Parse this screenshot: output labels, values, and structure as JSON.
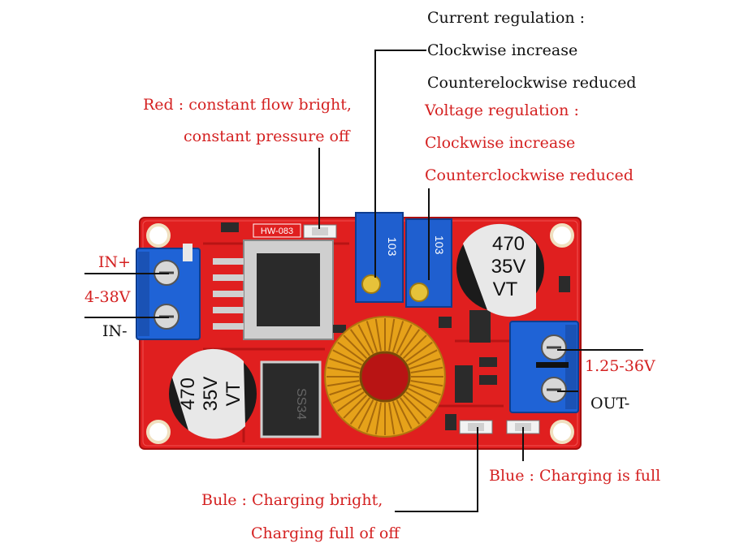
{
  "colors": {
    "board": "#e01f1f",
    "board_dark": "#a80f0f",
    "terminal": "#1f63d6",
    "annotation_red": "#d42121",
    "annotation_black": "#111111",
    "coil_copper": "#e6a21a",
    "cap_body": "#1b1b1b",
    "cap_top": "#e8e8e8"
  },
  "annotations": {
    "current_title": "Current regulation :",
    "current_cw": "Clockwise increase",
    "current_ccw": "Counterelockwise reduced",
    "voltage_title": "Voltage regulation :",
    "voltage_cw": "Clockwise increase",
    "voltage_ccw": "Counterclockwise reduced",
    "red_led_line1": "Red : constant flow bright,",
    "red_led_line2": "constant pressure off",
    "in_plus": "IN+",
    "in_range": "4-38V",
    "in_minus": "IN-",
    "out_range": "1.25-36V",
    "out_minus": "OUT-",
    "blue_full": "Blue : Charging is full",
    "bule_line1": "Bule : Charging bright,",
    "bule_line2": "Charging full of off"
  },
  "board": {
    "silkscreen": "HW-083",
    "pot_code": "103",
    "cap_left": {
      "value": "470",
      "voltage": "35V",
      "series": "VT"
    },
    "cap_right": {
      "value": "470",
      "voltage": "35V",
      "series": "VT"
    },
    "inductor_code": "SS34"
  },
  "icons": [
    "input-terminal-icon",
    "output-terminal-icon",
    "potentiometer-icon",
    "capacitor-icon",
    "inductor-coil-icon",
    "led-icon"
  ]
}
